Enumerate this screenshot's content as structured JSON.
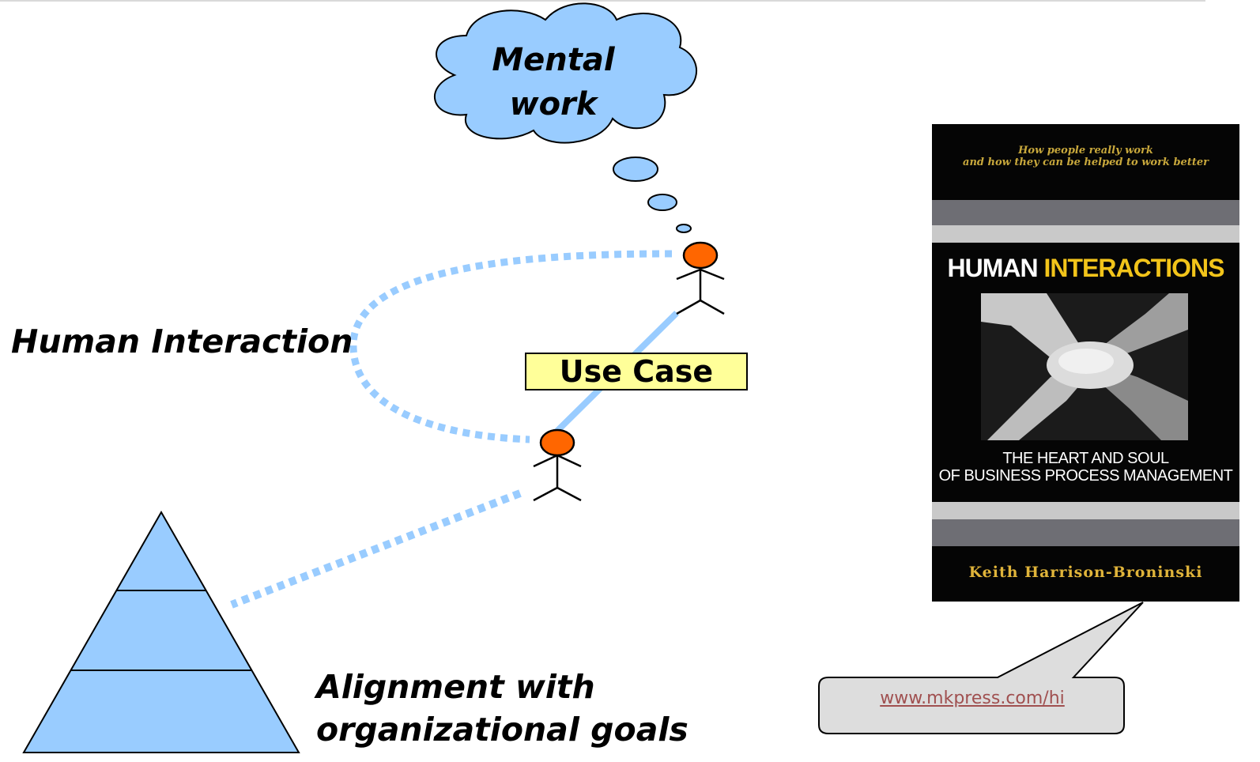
{
  "labels": {
    "human_interaction": "Human Interaction",
    "use_case": "Use Case",
    "alignment_line1": "Alignment with",
    "alignment_line2": "organizational goals",
    "mental_line1": "Mental",
    "mental_line2": "work"
  },
  "book": {
    "tagline_line1": "How people really work",
    "tagline_line2": "and how they can be helped to work better",
    "title_part1": "HUMAN",
    "title_part2": "INTERACTIONS",
    "subtitle_line1": "THE HEART AND SOUL",
    "subtitle_line2": "OF BUSINESS PROCESS MANAGEMENT",
    "author": "Keith Harrison-Broninski"
  },
  "callout": {
    "link": "www.mkpress.com/hi"
  },
  "colors": {
    "link_blue": "#99ccff",
    "fill_blue": "#99ccff",
    "head_orange": "#ff6600",
    "label_yellow": "#ffff99",
    "book_bg": "#050505",
    "book_gold": "#f2c41a",
    "callout_gray": "#dddddd"
  },
  "icons": [
    "actor-icon",
    "thought-cloud",
    "pyramid",
    "book-cover-image"
  ]
}
